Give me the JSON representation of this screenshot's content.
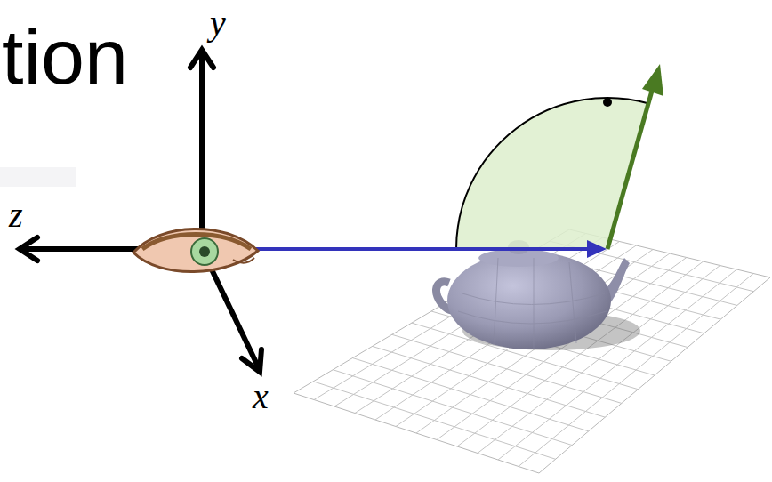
{
  "diagram": {
    "title": "tion",
    "labels": [
      "y",
      "z",
      "x"
    ]
  }
}
